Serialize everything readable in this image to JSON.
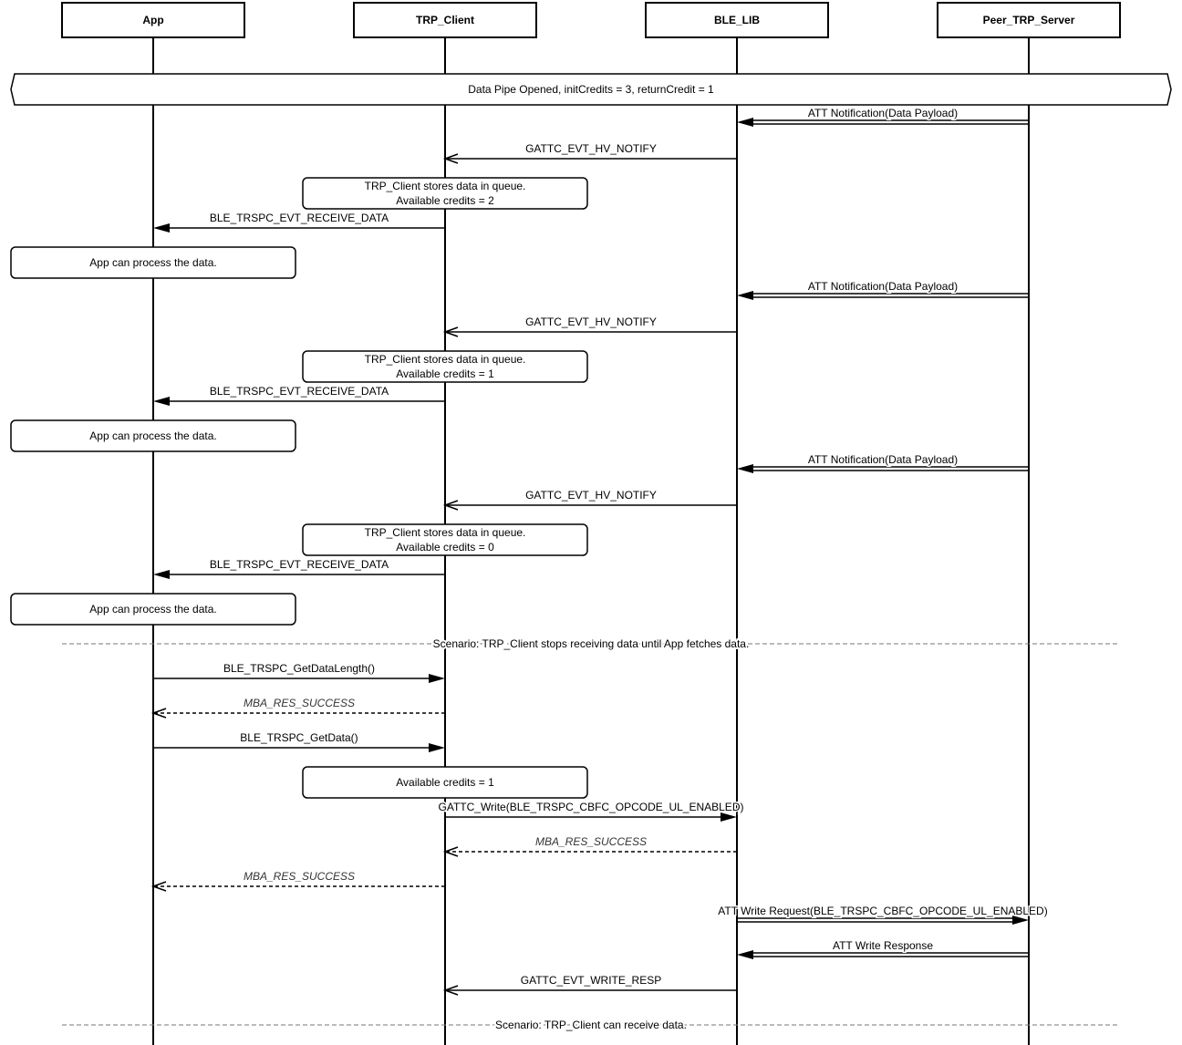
{
  "participants": [
    "App",
    "TRP_Client",
    "BLE_LIB",
    "Peer_TRP_Server"
  ],
  "items": [
    {
      "type": "bar",
      "text": "Data Pipe Opened, initCredits = 3, returnCredit = 1"
    },
    {
      "type": "msg",
      "from": 3,
      "to": 2,
      "style": "double",
      "text": "ATT Notification(Data Payload)"
    },
    {
      "type": "msg",
      "from": 2,
      "to": 1,
      "style": "open",
      "text": "GATTC_EVT_HV_NOTIFY"
    },
    {
      "type": "note",
      "at": 1,
      "lines": [
        "TRP_Client stores data in queue.",
        "Available credits = 2"
      ]
    },
    {
      "type": "msg",
      "from": 1,
      "to": 0,
      "style": "solid",
      "text": "BLE_TRSPC_EVT_RECEIVE_DATA"
    },
    {
      "type": "note",
      "at": 0,
      "lines": [
        "App can process the data."
      ]
    },
    {
      "type": "msg",
      "from": 3,
      "to": 2,
      "style": "double",
      "text": "ATT Notification(Data Payload)"
    },
    {
      "type": "msg",
      "from": 2,
      "to": 1,
      "style": "open",
      "text": "GATTC_EVT_HV_NOTIFY"
    },
    {
      "type": "note",
      "at": 1,
      "lines": [
        "TRP_Client stores data in queue.",
        "Available credits = 1"
      ]
    },
    {
      "type": "msg",
      "from": 1,
      "to": 0,
      "style": "solid",
      "text": "BLE_TRSPC_EVT_RECEIVE_DATA"
    },
    {
      "type": "note",
      "at": 0,
      "lines": [
        "App can process the data."
      ]
    },
    {
      "type": "msg",
      "from": 3,
      "to": 2,
      "style": "double",
      "text": "ATT Notification(Data Payload)"
    },
    {
      "type": "msg",
      "from": 2,
      "to": 1,
      "style": "open",
      "text": "GATTC_EVT_HV_NOTIFY"
    },
    {
      "type": "note",
      "at": 1,
      "lines": [
        "TRP_Client stores data in queue.",
        "Available credits = 0"
      ]
    },
    {
      "type": "msg",
      "from": 1,
      "to": 0,
      "style": "solid",
      "text": "BLE_TRSPC_EVT_RECEIVE_DATA"
    },
    {
      "type": "note",
      "at": 0,
      "lines": [
        "App can process the data."
      ]
    },
    {
      "type": "divider",
      "text": "Scenario: TRP_Client stops receiving data until App fetches data."
    },
    {
      "type": "msg",
      "from": 0,
      "to": 1,
      "style": "solid",
      "text": "BLE_TRSPC_GetDataLength()"
    },
    {
      "type": "msg",
      "from": 1,
      "to": 0,
      "style": "dashed",
      "text": "MBA_RES_SUCCESS"
    },
    {
      "type": "msg",
      "from": 0,
      "to": 1,
      "style": "solid",
      "text": "BLE_TRSPC_GetData()"
    },
    {
      "type": "note",
      "at": 1,
      "lines": [
        "Available credits = 1"
      ]
    },
    {
      "type": "msg",
      "from": 1,
      "to": 2,
      "style": "solid",
      "text": "GATTC_Write(BLE_TRSPC_CBFC_OPCODE_UL_ENABLED)"
    },
    {
      "type": "msg",
      "from": 2,
      "to": 1,
      "style": "dashed",
      "text": "MBA_RES_SUCCESS"
    },
    {
      "type": "msg",
      "from": 1,
      "to": 0,
      "style": "dashed",
      "text": "MBA_RES_SUCCESS"
    },
    {
      "type": "msg",
      "from": 2,
      "to": 3,
      "style": "double",
      "text": "ATT Write Request(BLE_TRSPC_CBFC_OPCODE_UL_ENABLED)"
    },
    {
      "type": "msg",
      "from": 3,
      "to": 2,
      "style": "double",
      "text": "ATT Write Response"
    },
    {
      "type": "msg",
      "from": 2,
      "to": 1,
      "style": "open",
      "text": "GATTC_EVT_WRITE_RESP"
    },
    {
      "type": "divider",
      "text": "Scenario: TRP_Client can receive data."
    }
  ]
}
